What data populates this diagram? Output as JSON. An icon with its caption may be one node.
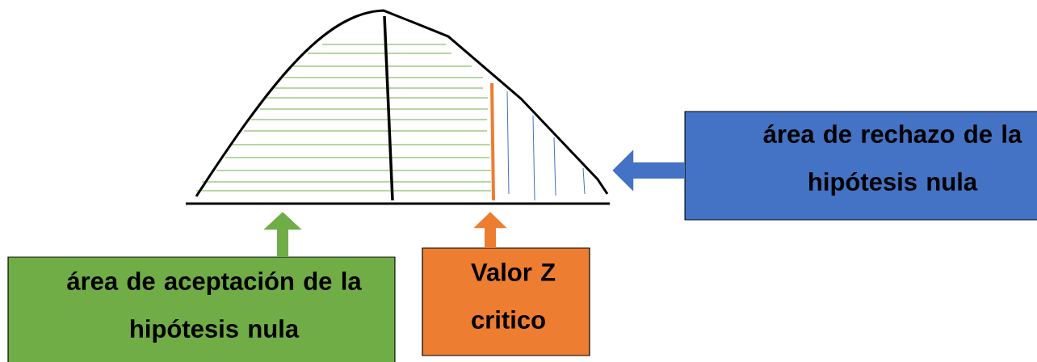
{
  "diagram": {
    "nodes": [
      {
        "text": [],
        "shape": "picture"
      },
      {
        "text": [
          "área de aceptación de la hipótesis nula"
        ]
      },
      {
        "text": [
          "Valor Z critico"
        ]
      },
      {
        "text": [
          "área de rechazo de la hipótesis nula"
        ]
      }
    ],
    "edges": [
      {
        "from": 1,
        "to": 0,
        "arrow": "to",
        "color": "#70ad47"
      },
      {
        "from": 2,
        "to": 0,
        "arrow": "to",
        "color": "#ed7d31"
      },
      {
        "from": 3,
        "to": 0,
        "arrow": "to",
        "color": "#4472c4"
      }
    ]
  }
}
